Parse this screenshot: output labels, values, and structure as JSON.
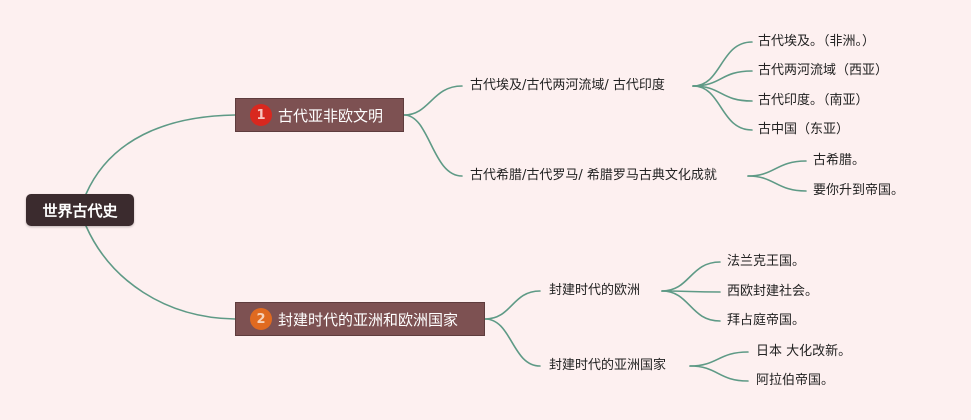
{
  "root": {
    "label": "世界古代史"
  },
  "branches": [
    {
      "badge": "1",
      "badge_color": "#d8281f",
      "label": "古代亚非欧文明",
      "children": [
        {
          "label": "古代埃及/古代两河流域/ 古代印度",
          "leaves": [
            "古代埃及。（非洲。）",
            "古代两河流域（西亚）",
            "古代印度。（南亚）",
            "古中国（东亚）"
          ]
        },
        {
          "label": "古代希腊/古代罗马/ 希腊罗马古典文化成就",
          "leaves": [
            "古希腊。",
            "要你升到帝国。"
          ]
        }
      ]
    },
    {
      "badge": "2",
      "badge_color": "#e06a20",
      "label": "封建时代的亚洲和欧洲国家",
      "children": [
        {
          "label": "封建时代的欧洲",
          "leaves": [
            "法兰克王国。",
            "西欧封建社会。",
            "拜占庭帝国。"
          ]
        },
        {
          "label": "封建时代的亚洲国家",
          "leaves": [
            "日本 大化改新。",
            "阿拉伯帝国。"
          ]
        }
      ]
    }
  ],
  "colors": {
    "background": "#fdf0f0",
    "connector": "#5e9a86",
    "root_fill": "#3b2b2e",
    "branch_fill": "#7d5152"
  }
}
